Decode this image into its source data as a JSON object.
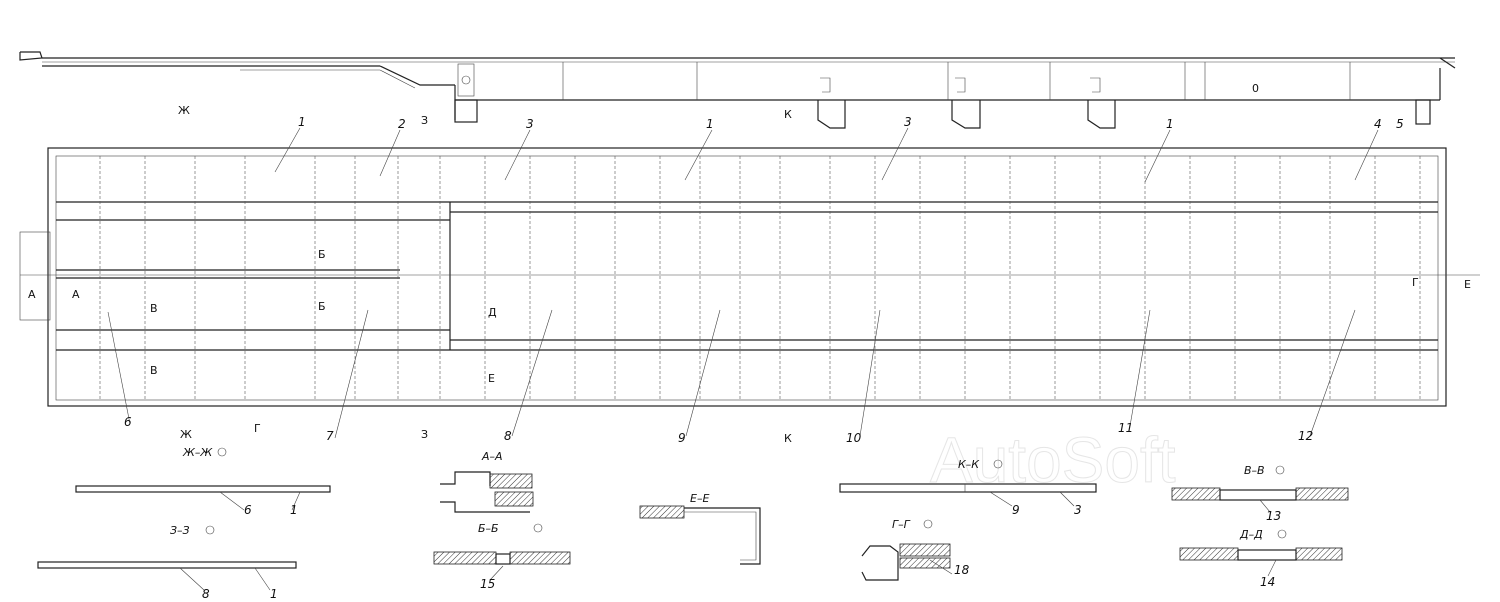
{
  "watermark": "AutoSoft",
  "section_marks": [
    "Ж",
    "Ж",
    "З",
    "З",
    "К",
    "К",
    "А",
    "А",
    "Б",
    "Б",
    "В",
    "В",
    "Г",
    "Г",
    "Д",
    "Е",
    "Е"
  ],
  "callouts": [
    "1",
    "2",
    "3",
    "1",
    "3",
    "1",
    "4",
    "5",
    "6",
    "7",
    "8",
    "9",
    "10",
    "11",
    "12",
    "6",
    "1",
    "8",
    "1",
    "9",
    "3",
    "13",
    "18",
    "15",
    "14"
  ],
  "section_titles": {
    "zh": "Ж–Ж",
    "z": "З–З",
    "a": "А–А",
    "b": "Б–Б",
    "e": "Е–Е",
    "k": "К–К",
    "g": "Г–Г",
    "v": "В–В",
    "d": "Д–Д"
  }
}
